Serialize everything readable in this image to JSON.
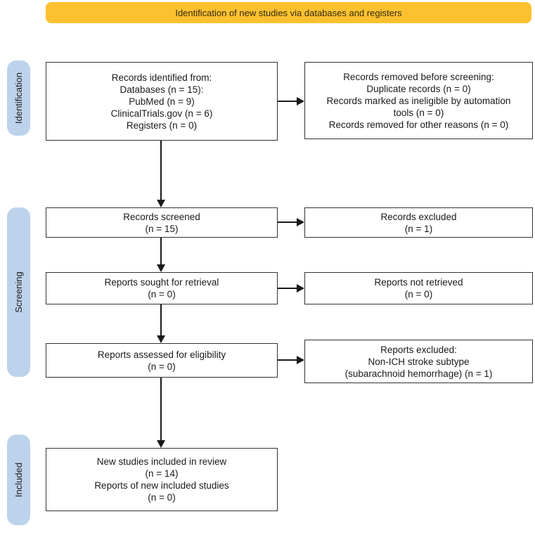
{
  "banner": {
    "label": "Identification of new studies via databases and registers"
  },
  "stages": [
    {
      "id": "identification",
      "label": "Identification"
    },
    {
      "id": "screening",
      "label": "Screening"
    },
    {
      "id": "included",
      "label": "Included"
    }
  ],
  "boxes": {
    "records_identified": {
      "lines": [
        "Records identified from:",
        "Databases (n = 15):",
        "PubMed (n = 9)",
        "ClinicalTrials.gov (n = 6)",
        "Registers (n = 0)"
      ]
    },
    "records_removed": {
      "lines": [
        "Records removed before screening:",
        "Duplicate records (n = 0)",
        "Records marked as ineligible by automation",
        "tools (n = 0)",
        "Records removed for other reasons (n = 0)"
      ]
    },
    "records_screened": {
      "lines": [
        "Records screened",
        "(n = 15)"
      ]
    },
    "records_excluded": {
      "lines": [
        "Records excluded",
        "(n = 1)"
      ]
    },
    "reports_sought": {
      "lines": [
        "Reports sought for retrieval",
        "(n = 0)"
      ]
    },
    "reports_not_retrieved": {
      "lines": [
        "Reports not retrieved",
        "(n = 0)"
      ]
    },
    "reports_assessed": {
      "lines": [
        "Reports assessed for eligibility",
        "(n = 0)"
      ]
    },
    "reports_excluded": {
      "lines": [
        "Reports excluded:",
        "Non-ICH stroke subtype",
        "(subarachnoid hemorrhage) (n = 1)"
      ]
    },
    "new_studies_included": {
      "lines": [
        "New studies included in review",
        "(n = 14)",
        "Reports of new included studies",
        "(n = 0)"
      ]
    }
  },
  "colors": {
    "banner-bg": "#FDC130",
    "stage-bg": "#BDD3EC",
    "box-border": "#333333",
    "text": "#1a1a1a",
    "arrow": "#1a1a1a"
  }
}
